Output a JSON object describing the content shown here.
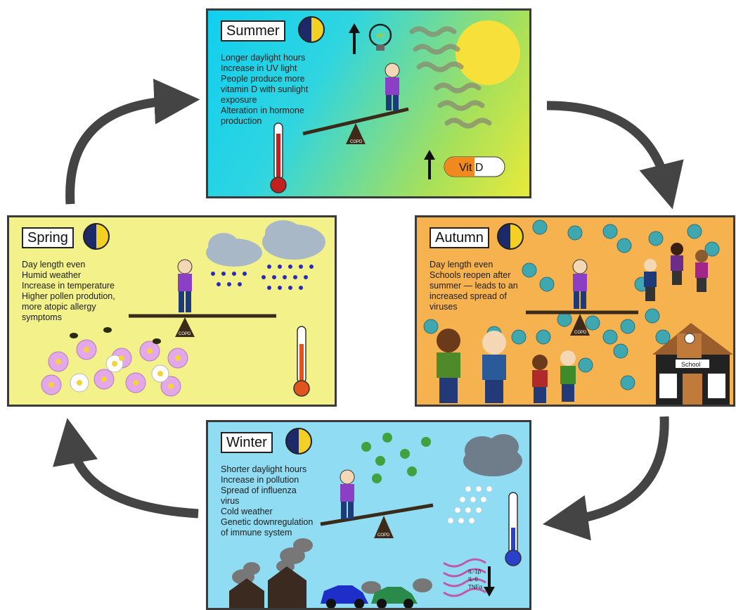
{
  "panels": {
    "summer": {
      "title": "Summer",
      "lines": [
        "Longer daylight hours",
        "Increase in UV light",
        "People produce more",
        "vitamin D with sunlight",
        "exposure",
        "Alteration in hormone",
        "production"
      ],
      "fulcrum_label": "COPD",
      "vit_label": "Vit D",
      "uv_label": "UV"
    },
    "spring": {
      "title": "Spring",
      "lines": [
        "Day length even",
        "Humid weather",
        "Increase in temperature",
        "Higher pollen prodution,",
        "more atopic allergy",
        "symptoms"
      ],
      "fulcrum_label": "COPD"
    },
    "autumn": {
      "title": "Autumn",
      "lines": [
        "Day length even",
        "Schools reopen after",
        "summer — leads to an",
        "increased spread of",
        "viruses"
      ],
      "fulcrum_label": "COPD",
      "school_label": "School"
    },
    "winter": {
      "title": "Winter",
      "lines": [
        "Shorter daylight hours",
        "Increase in pollution",
        "Spread of influenza",
        "virus",
        "Cold weather",
        "Genetic downregulation",
        "of immune system"
      ],
      "fulcrum_label": "COPD",
      "cytokines": [
        "IL-1β",
        "IL-6",
        "TNFα"
      ]
    }
  },
  "cycle_arrows": [
    "summer-to-autumn",
    "autumn-to-winter",
    "winter-to-spring",
    "spring-to-summer"
  ],
  "colors": {
    "arrow": "#444444",
    "summer_bg": "#1fd0ee",
    "spring_bg": "#f3f28a",
    "autumn_bg": "#f5b24f",
    "winter_bg": "#8fdcf3",
    "person_shirt": "#8a3fc4",
    "person_pants": "#1e3a78",
    "fulcrum": "#3e2a18"
  }
}
